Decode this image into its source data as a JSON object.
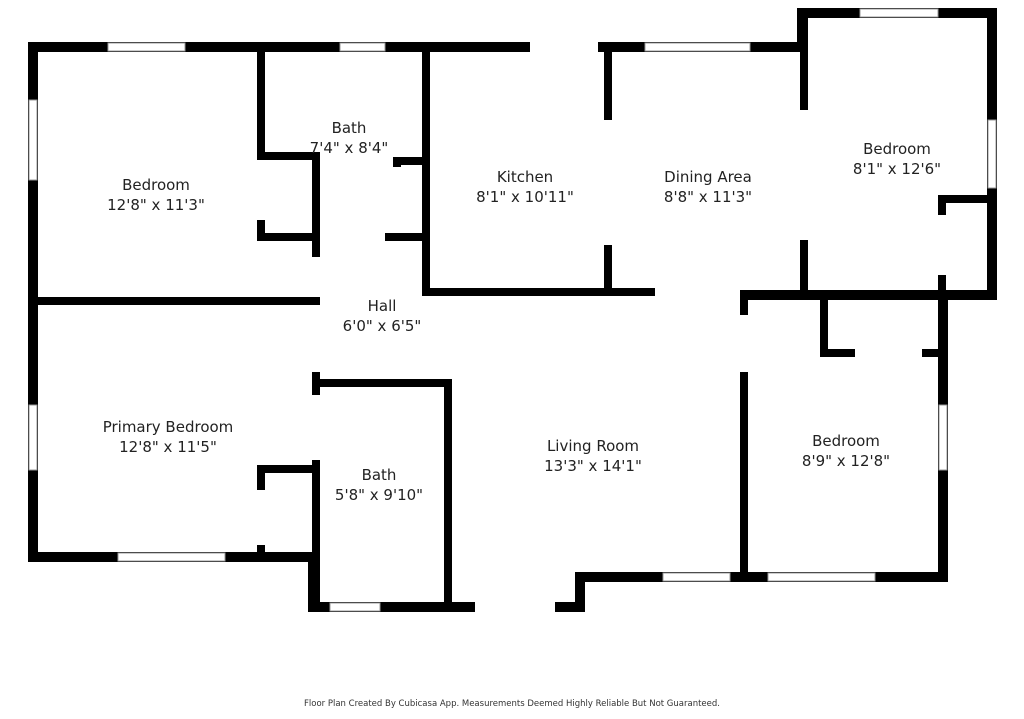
{
  "rooms": [
    {
      "name": "Bedroom",
      "dims": "12'8\" x 11'3\""
    },
    {
      "name": "Bath",
      "dims": "7'4\" x 8'4\""
    },
    {
      "name": "Kitchen",
      "dims": "8'1\" x 10'11\""
    },
    {
      "name": "Dining Area",
      "dims": "8'8\" x 11'3\""
    },
    {
      "name": "Bedroom",
      "dims": "8'1\" x 12'6\""
    },
    {
      "name": "Hall",
      "dims": "6'0\" x 6'5\""
    },
    {
      "name": "Primary Bedroom",
      "dims": "12'8\" x 11'5\""
    },
    {
      "name": "Bath",
      "dims": "5'8\" x 9'10\""
    },
    {
      "name": "Living Room",
      "dims": "13'3\" x 14'1\""
    },
    {
      "name": "Bedroom",
      "dims": "8'9\" x 12'8\""
    }
  ],
  "footer": "Floor Plan Created By Cubicasa App. Measurements Deemed Highly Reliable But Not Guaranteed."
}
